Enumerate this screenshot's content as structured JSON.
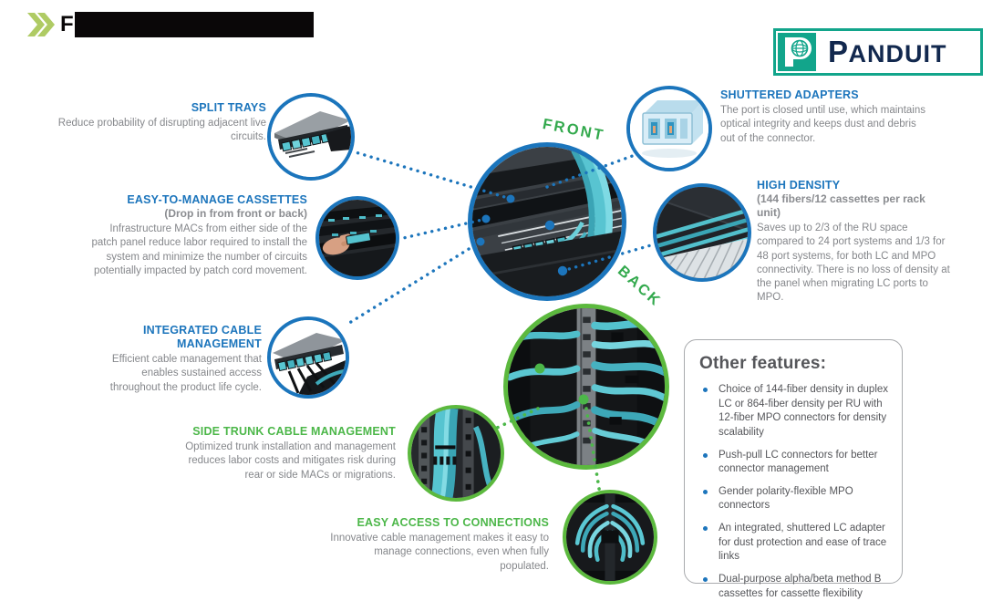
{
  "header": {
    "title_prefix": "F"
  },
  "logo": {
    "initial": "P",
    "rest": "ANDUIT"
  },
  "labels": {
    "front": "FRONT",
    "back": "BACK"
  },
  "callouts": [
    {
      "id": "split-trays",
      "title": "SPLIT TRAYS",
      "body": "Reduce probability of disrupting adjacent live circuits."
    },
    {
      "id": "easy-to-manage-cassettes",
      "title": "EASY-TO-MANAGE CASSETTES",
      "subtitle": "(Drop in from front or back)",
      "body": "Infrastructure MACs from either side of the patch panel reduce labor required to install the system and minimize the number of circuits potentially impacted by patch cord movement."
    },
    {
      "id": "integrated-cable-management",
      "title": "INTEGRATED CABLE MANAGEMENT",
      "body": "Efficient cable management that enables sustained access throughout the product life cycle."
    },
    {
      "id": "side-trunk-cable-management",
      "title": "SIDE TRUNK CABLE MANAGEMENT",
      "body": "Optimized trunk installation and management reduces labor costs and mitigates risk during rear or side MACs or migrations."
    },
    {
      "id": "easy-access-to-connections",
      "title": "EASY ACCESS TO CONNECTIONS",
      "body": "Innovative cable management makes it easy to manage connections, even when fully populated."
    },
    {
      "id": "shuttered-adapters",
      "title": "SHUTTERED ADAPTERS",
      "body": "The port is closed until use, which maintains optical integrity and keeps dust and debris out of the connector."
    },
    {
      "id": "high-density",
      "title": "HIGH DENSITY",
      "subtitle": "(144 fibers/12 cassettes per rack unit)",
      "body": "Saves up to 2/3 of the RU space compared to 24 port systems and 1/3 for 48 port systems, for both LC and MPO connectivity. There is no loss of density at the panel when migrating LC ports to MPO."
    }
  ],
  "other_features": {
    "title": "Other features:",
    "items": [
      "Choice of 144-fiber density in duplex LC or 864-fiber density per RU with 12-fiber MPO connectors for density scalability",
      "Push-pull LC connectors for better connector management",
      "Gender polarity-flexible MPO connectors",
      "An integrated, shuttered LC adapter for dust protection and ease of trace links",
      "Dual-purpose alpha/beta method B cassettes for cassette flexibility"
    ]
  },
  "colors": {
    "blue": "#1C75BC",
    "green": "#5CB93E",
    "label_green": "#33A94D",
    "teal_brand": "#12A58B",
    "navy": "#12284E",
    "body_gray": "#85878B",
    "cable_aqua": "#5BC8D4"
  }
}
